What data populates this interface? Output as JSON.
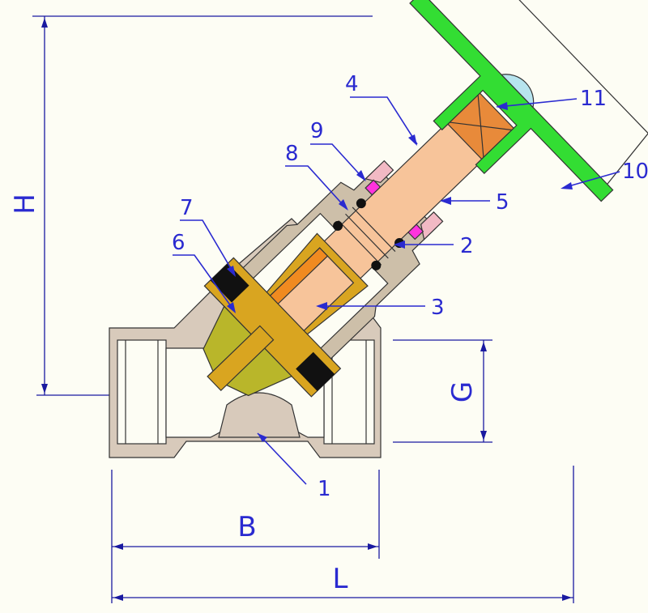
{
  "diagram": {
    "part_labels": [
      "1",
      "2",
      "3",
      "4",
      "5",
      "6",
      "7",
      "8",
      "9",
      "10",
      "11"
    ],
    "dimensions": {
      "height": "H",
      "port": "G",
      "body_length": "B",
      "overall_length": "L"
    },
    "colors": {
      "background": "#fdfdf4",
      "body": "#d8cabb",
      "bonnet": "#cdbfa9",
      "stem": "#f7c49a",
      "disc_holder": "#d9a520",
      "disc": "#b9b62a",
      "seal": "#111111",
      "handwheel": "#33dd33",
      "cap": "#b7e4ee",
      "gland": "#f2b9c4",
      "o_ring": "#ff33dd",
      "dimension_lines": "#1a1aa0",
      "labels": "#2a2ad0"
    }
  }
}
